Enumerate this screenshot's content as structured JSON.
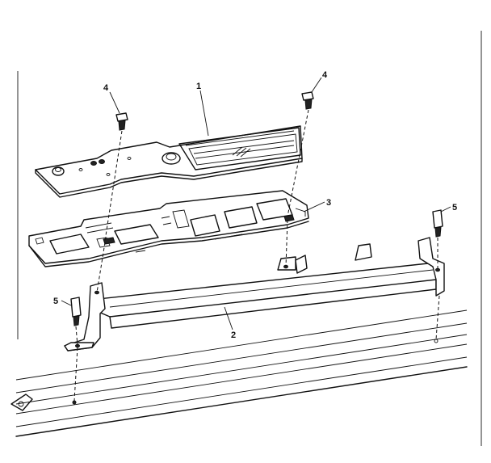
{
  "callouts": {
    "c1": "1",
    "c2": "2",
    "c3": "3",
    "c4a": "4",
    "c4b": "4",
    "c5a": "5",
    "c5b": "5"
  },
  "colors": {
    "ink": "#111111",
    "paper": "#ffffff"
  }
}
